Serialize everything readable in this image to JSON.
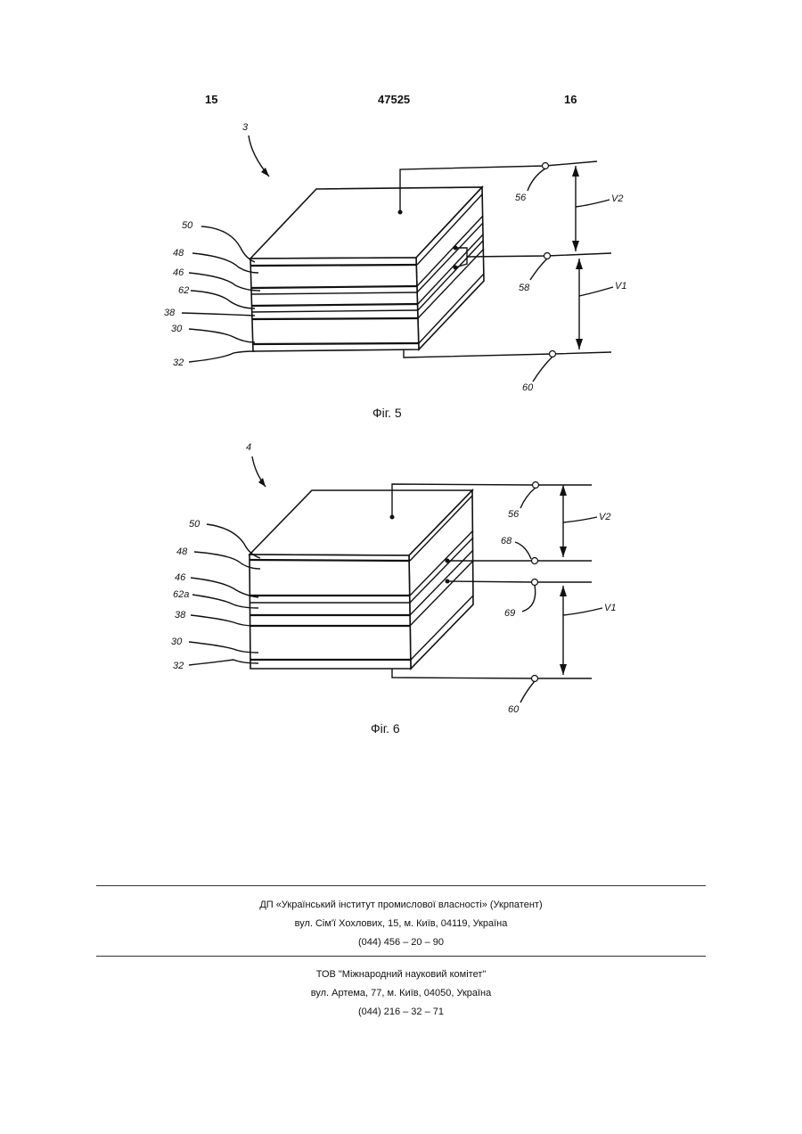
{
  "header": {
    "page_left": "15",
    "patent_number": "47525",
    "page_right": "16"
  },
  "fig5": {
    "ref": "3",
    "layers": [
      "50",
      "48",
      "46",
      "62",
      "38",
      "30",
      "32"
    ],
    "terminals": [
      "56",
      "58",
      "60"
    ],
    "voltages": [
      "V2",
      "V1"
    ],
    "caption": "Фіг. 5"
  },
  "fig6": {
    "ref": "4",
    "layers": [
      "50",
      "48",
      "46",
      "62a",
      "38",
      "30",
      "32"
    ],
    "terminals": [
      "56",
      "68",
      "69",
      "60"
    ],
    "voltages": [
      "V2",
      "V1"
    ],
    "caption": "Фіг. 6"
  },
  "imprint1": {
    "line1": "ДП «Український інститут промислової власності» (Укрпатент)",
    "line2": "вул. Сім'ї Хохлових, 15, м. Київ, 04119, Україна",
    "line3": "(044) 456 – 20 – 90"
  },
  "imprint2": {
    "line1": "ТОВ \"Міжнародний науковий комітет\"",
    "line2": "вул. Артема, 77, м. Київ, 04050, Україна",
    "line3": "(044) 216 – 32 – 71"
  }
}
